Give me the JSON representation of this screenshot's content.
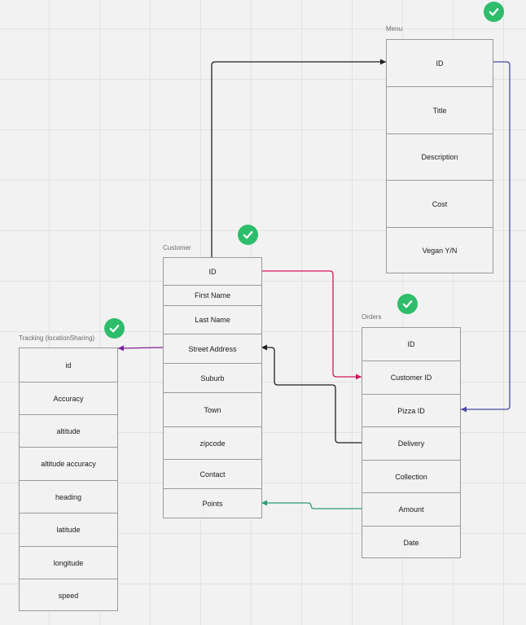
{
  "colors": {
    "canvas": "#f2f2f2",
    "grid": "#e2e2e2",
    "table_border": "#9a9a9a",
    "check_badge": "#2ebd6b",
    "arrow_customer_to_menu": "#1f1f1f",
    "arrow_menu_to_orders": "#4a4aa6",
    "arrow_customer_to_orders": "#d1165f",
    "arrow_orders_to_customer": "#1f1f1f",
    "arrow_orders_to_points": "#2d9a78",
    "arrow_customer_to_tracking": "#7d1f9a"
  },
  "icons": {
    "check": "check-circle-icon"
  },
  "tables": {
    "menu": {
      "label": "Menu",
      "fields": [
        "ID",
        "Title",
        "Description",
        "Cost",
        "Vegan Y/N"
      ]
    },
    "customer": {
      "label": "Customer",
      "fields": [
        "ID",
        "First Name",
        "Last Name",
        "Street Address",
        "Suburb",
        "Town",
        "zipcode",
        "Contact",
        "Points"
      ]
    },
    "orders": {
      "label": "Orders",
      "fields": [
        "ID",
        "Customer ID",
        "Pizza ID",
        "Delivery",
        "Collection",
        "Amount",
        "Date"
      ]
    },
    "tracking": {
      "label": "Tracking (locationSharing)",
      "fields": [
        "id",
        "Accuracy",
        "altitude",
        "altitude accuracy",
        "heading",
        "latitude",
        "longitude",
        "speed"
      ]
    }
  },
  "relationships": [
    {
      "from": "customer.ID",
      "to": "menu.ID"
    },
    {
      "from": "menu.ID",
      "to": "orders.Pizza ID"
    },
    {
      "from": "customer.ID",
      "to": "orders.Customer ID"
    },
    {
      "from": "orders.Delivery",
      "to": "customer.Street Address"
    },
    {
      "from": "orders.Amount",
      "to": "customer.Points"
    },
    {
      "from": "customer.Street Address",
      "to": "tracking.id"
    }
  ]
}
